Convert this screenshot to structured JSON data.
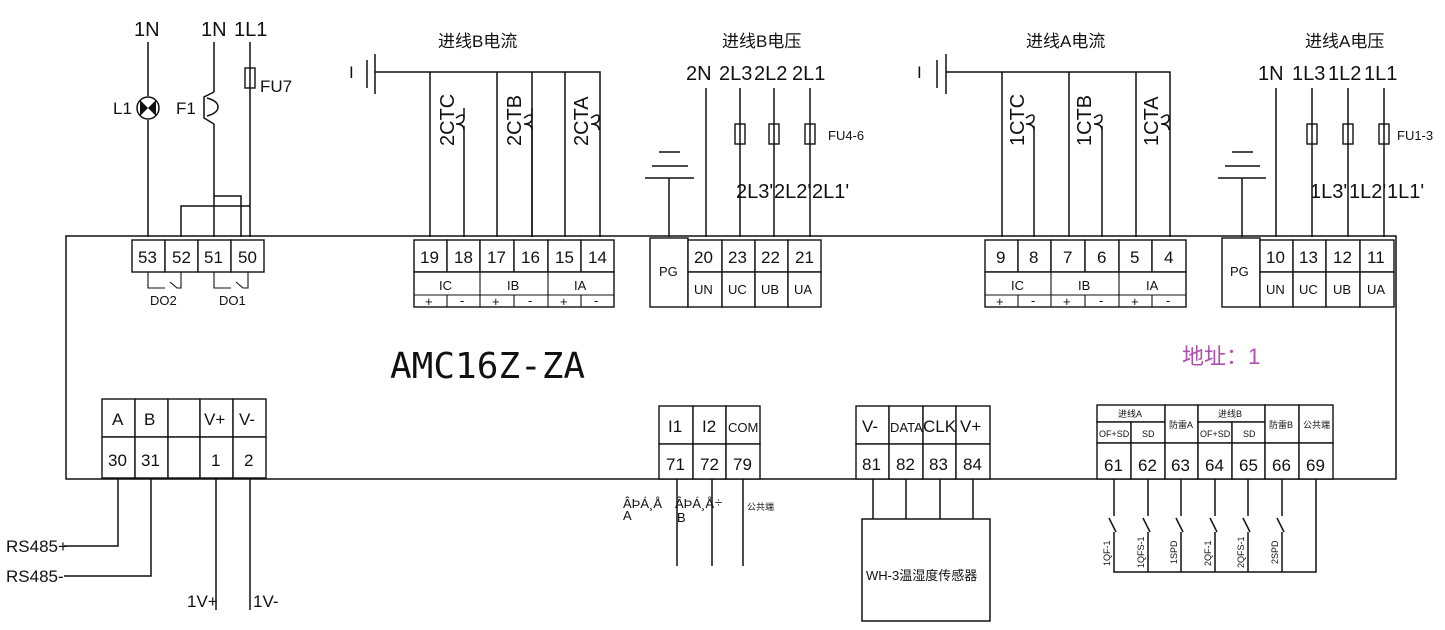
{
  "model": "AMC16Z-ZA",
  "address": "地址：1",
  "top_left": {
    "labels": [
      "1N",
      "1N",
      "1L1"
    ],
    "lamp": "L1",
    "fuse_f1": "F1",
    "fuse_fu7": "FU7",
    "terminals": [
      "53",
      "52",
      "51",
      "50"
    ],
    "relay_labels": [
      "DO2",
      "DO1"
    ]
  },
  "incoming_b_current": {
    "title": "进线B电流",
    "ground": "I",
    "cts": [
      "2CTC",
      "2CTB",
      "2CTA"
    ],
    "terminals": [
      "19",
      "18",
      "17",
      "16",
      "15",
      "14"
    ],
    "phases": [
      "IC",
      "IB",
      "IA"
    ],
    "polarity": [
      "+",
      "-",
      "+",
      "-",
      "+",
      "-"
    ]
  },
  "incoming_b_voltage": {
    "title": "进线B电压",
    "inputs": [
      "2N",
      "2L3",
      "2L2",
      "2L1"
    ],
    "fuse": "FU4-6",
    "after_fuse": [
      "2L3'",
      "2L2'",
      "2L1'"
    ],
    "pg": "PG",
    "terminals": [
      "20",
      "23",
      "22",
      "21"
    ],
    "signals": [
      "UN",
      "UC",
      "UB",
      "UA"
    ]
  },
  "incoming_a_current": {
    "title": "进线A电流",
    "ground": "I",
    "cts": [
      "1CTC",
      "1CTB",
      "1CTA"
    ],
    "terminals": [
      "9",
      "8",
      "7",
      "6",
      "5",
      "4"
    ],
    "phases": [
      "IC",
      "IB",
      "IA"
    ],
    "polarity": [
      "+",
      "-",
      "+",
      "-",
      "+",
      "-"
    ]
  },
  "incoming_a_voltage": {
    "title": "进线A电压",
    "inputs": [
      "1N",
      "1L3",
      "1L2",
      "1L1"
    ],
    "fuse": "FU1-3",
    "after_fuse": [
      "1L3'",
      "1L2'",
      "1L1'"
    ],
    "pg": "PG",
    "terminals": [
      "10",
      "13",
      "12",
      "11"
    ],
    "signals": [
      "UN",
      "UC",
      "UB",
      "UA"
    ]
  },
  "comm": {
    "labels": [
      "A",
      "B",
      "",
      "V+",
      "V-"
    ],
    "terminals": [
      "30",
      "31",
      "",
      "1",
      "2"
    ],
    "wires": [
      "RS485+",
      "RS485-",
      "1V+",
      "1V-"
    ]
  },
  "digital_in": {
    "labels": [
      "I1",
      "I2",
      "COM"
    ],
    "terminals": [
      "71",
      "72",
      "79"
    ],
    "garbled_a": "ÂÞÁ¸Å",
    "garbled_a2": "A",
    "garbled_b": "ÂÞÁ¸Å",
    "garbled_b2": "B",
    "divide": "÷",
    "common": "公共端"
  },
  "sensor_bus": {
    "labels": [
      "V-",
      "DATA",
      "CLK",
      "V+"
    ],
    "terminals": [
      "81",
      "82",
      "83",
      "84"
    ],
    "sensor": "WH-3温湿度传感器"
  },
  "status_in": {
    "groups": [
      "进线A",
      "防雷A",
      "进线B",
      "防雷B",
      "公共端"
    ],
    "subs": [
      "OF+SD",
      "SD",
      "OF+SD",
      "SD"
    ],
    "terminals": [
      "61",
      "62",
      "63",
      "64",
      "65",
      "66",
      "69"
    ],
    "switches": [
      "1QF-1",
      "1QFS-1",
      "1SPD",
      "2QF-1",
      "2QFS-1",
      "2SPD"
    ]
  }
}
